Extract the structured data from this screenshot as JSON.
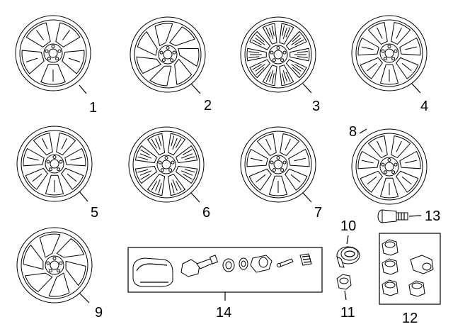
{
  "wheels": [
    {
      "callout": "1",
      "spokes": 5,
      "style": "split"
    },
    {
      "callout": "2",
      "spokes": 7,
      "style": "swirl"
    },
    {
      "callout": "3",
      "spokes": 10,
      "style": "multi"
    },
    {
      "callout": "4",
      "spokes": 7,
      "style": "split"
    },
    {
      "callout": "5",
      "spokes": 7,
      "style": "split"
    },
    {
      "callout": "6",
      "spokes": 8,
      "style": "multi"
    },
    {
      "callout": "7",
      "spokes": 7,
      "style": "split"
    },
    {
      "callout": "8",
      "spokes": 7,
      "style": "split"
    },
    {
      "callout": "9",
      "spokes": 6,
      "style": "swirl"
    }
  ],
  "parts": {
    "tpms_kit": {
      "callout": "14"
    },
    "center_cap": {
      "callout": "10"
    },
    "lug_nut": {
      "callout": "11"
    },
    "lock_set": {
      "callout": "12"
    },
    "valve_stem": {
      "callout": "13"
    }
  },
  "colors": {
    "line": "#000000",
    "background": "#ffffff"
  }
}
